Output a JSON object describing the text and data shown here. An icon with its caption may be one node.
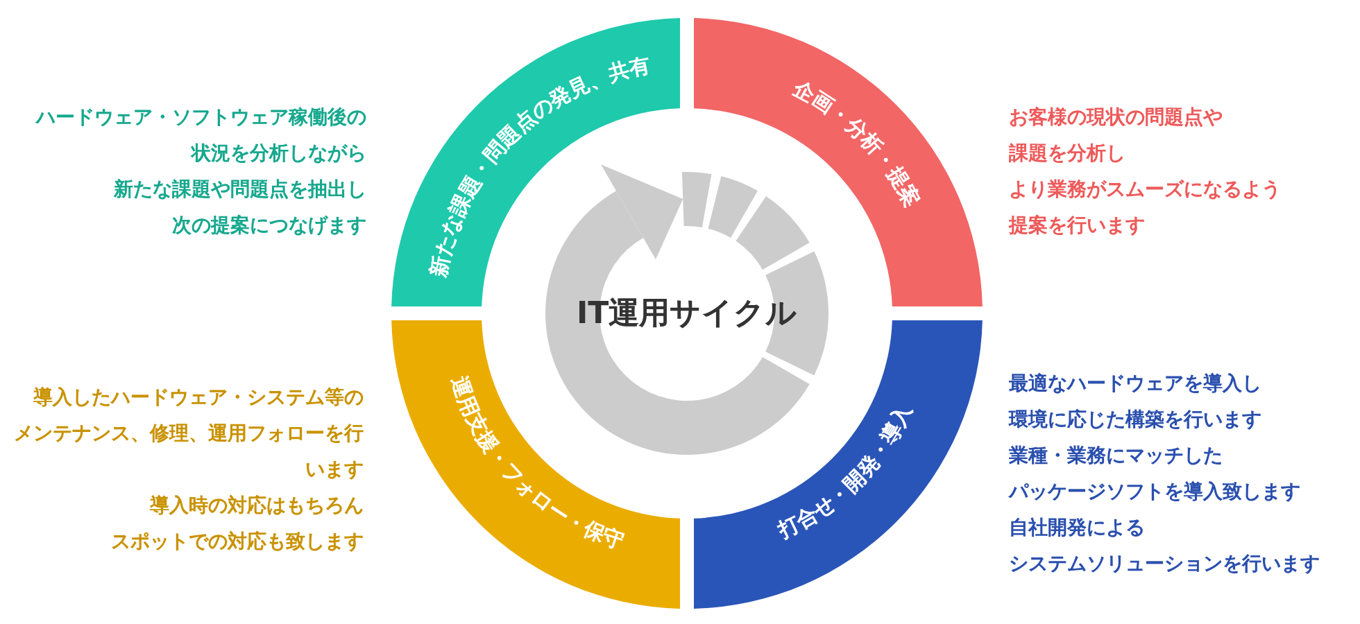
{
  "diagram": {
    "nodes": [
      {
        "text": [
          "新たな課題・問題点の発見、共有"
        ],
        "beside": [
          "ハードウェア・ソフトウェア稼働後の",
          "状況を分析しながら",
          "新たな課題や問題点を抽出し",
          "次の提案につなげます"
        ]
      },
      {
        "text": [
          "企画・分析・提案"
        ],
        "beside": [
          "お客様の現状の問題点や",
          "課題を分析し",
          "より業務がスムーズになるよう",
          "提案を行います"
        ]
      },
      {
        "text": [
          "IT運用サイクル"
        ]
      },
      {
        "text": [
          "運用支援・フォロー・保守"
        ],
        "beside": [
          "導入したハードウェア・システム等の",
          "メンテナンス、修理、運用フォローを行います",
          "導入時の対応はもちろん",
          "スポットでの対応も致します"
        ]
      },
      {
        "text": [
          "打合せ・開発・導入"
        ],
        "beside": [
          "最適なハードウェアを導入し",
          "環境に応じた構築を行います",
          "業種・業務にマッチした",
          "パッケージソフトを導入致します",
          "自社開発による",
          "システムソリューションを行います"
        ]
      }
    ]
  }
}
